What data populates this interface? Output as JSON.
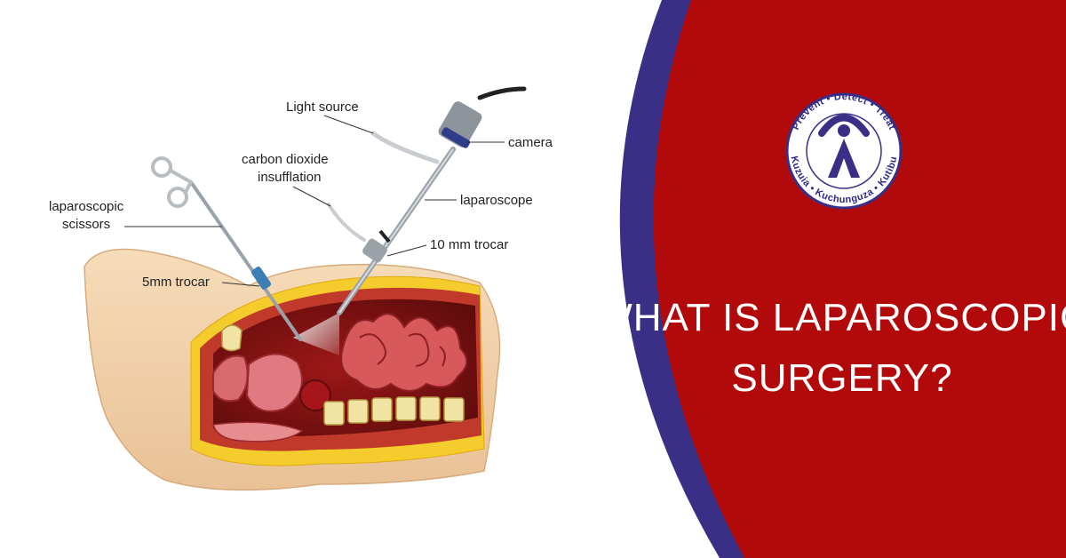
{
  "diagram": {
    "labels": {
      "light_source": "Light source",
      "camera": "camera",
      "co2_line1": "carbon dioxide",
      "co2_line2": "insufflation",
      "scissors_line1": "laparoscopic",
      "scissors_line2": "scissors",
      "laparoscope": "laparoscope",
      "trocar_10mm": "10 mm trocar",
      "trocar_5mm": "5mm trocar"
    }
  },
  "banner": {
    "headline_line1": "WHAT IS LAPAROSCOPIC",
    "headline_line2": "SURGERY?",
    "colors": {
      "red": "#b20a0a",
      "blue": "#3a2f86",
      "white": "#ffffff"
    }
  },
  "logo": {
    "top_text": "Prevent • Detect • Treat",
    "bottom_text": "Kuzuia • Kuchunguza • Kutibu"
  }
}
